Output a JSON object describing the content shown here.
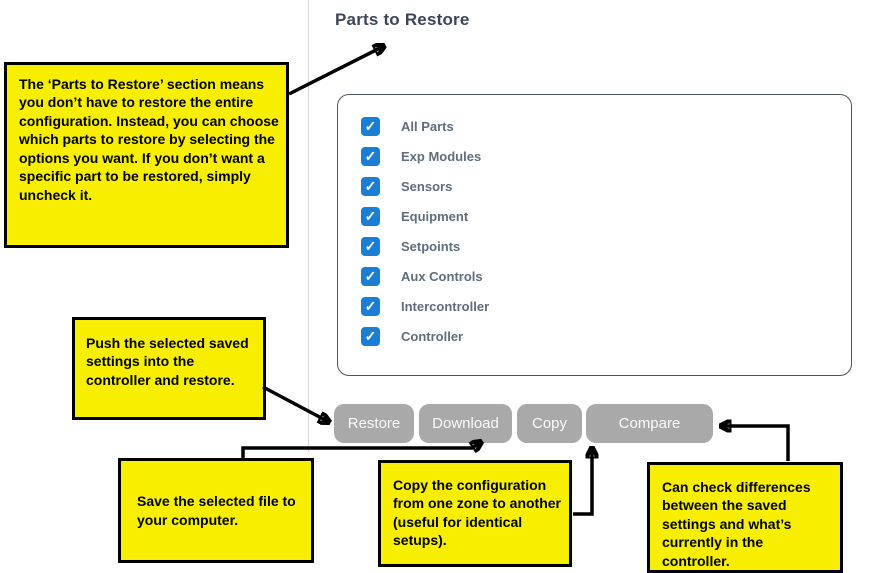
{
  "page_heading": "Parts to Restore",
  "colors": {
    "checkbox_blue": "#1a7fd4",
    "callout_yellow": "#f8ef00",
    "button_gray": "#a9a9a9",
    "heading_navy": "#3d4657",
    "part_label_slate": "#5f6d7c"
  },
  "icons": {
    "checkmark": "✓"
  },
  "parts_panel": {
    "items": [
      {
        "label": "All Parts",
        "checked": true
      },
      {
        "label": "Exp Modules",
        "checked": true
      },
      {
        "label": "Sensors",
        "checked": true
      },
      {
        "label": "Equipment",
        "checked": true
      },
      {
        "label": "Setpoints",
        "checked": true
      },
      {
        "label": "Aux Controls",
        "checked": true
      },
      {
        "label": "Intercontroller",
        "checked": true
      },
      {
        "label": "Controller",
        "checked": true
      }
    ]
  },
  "action_buttons": {
    "restore": "Restore",
    "download": "Download",
    "copy": "Copy",
    "compare": "Compare"
  },
  "callouts": {
    "parts_section": "The ‘Parts to Restore’ section means you don’t have to restore  the entire configuration. Instead, you can choose which parts to restore by selecting the options you want. If you don’t want a specific part to be restored, simply uncheck it.",
    "restore": "Push the selected saved settings into the controller and restore.",
    "download": "Save the selected file to your computer.",
    "copy": "Copy the configuration from one zone to another (useful for identical setups).",
    "compare": "Can check differences between the saved settings and what’s currently in the controller."
  }
}
